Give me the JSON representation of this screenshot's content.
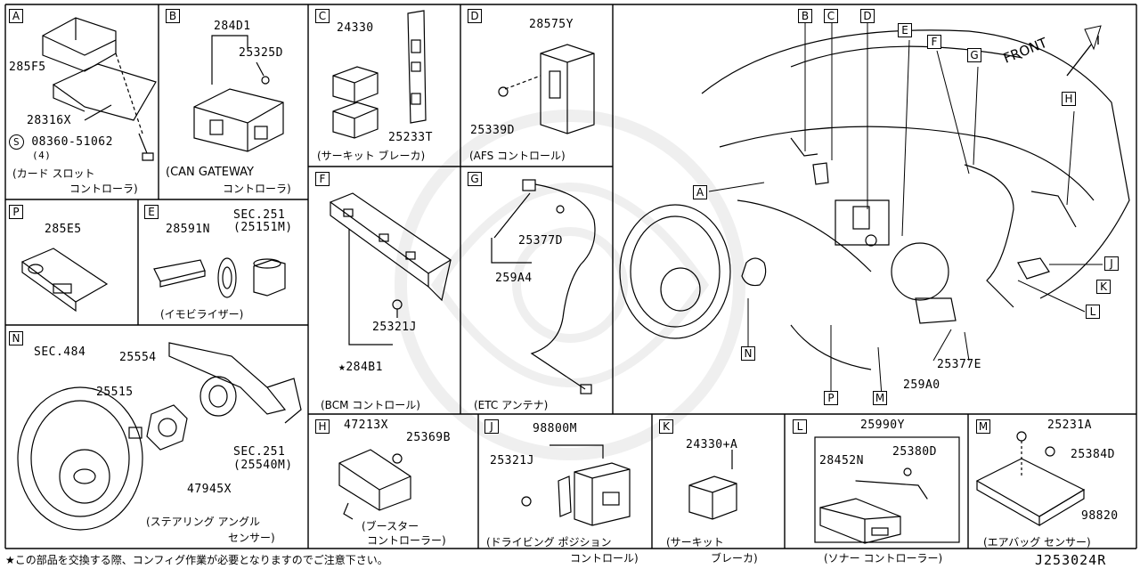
{
  "panels": {
    "A": {
      "tag": "A",
      "parts": [
        "285F5",
        "28316X",
        "08360-51062",
        "(4)"
      ],
      "s_mark": "S",
      "caption": [
        "(カード スロット",
        "コントローラ)"
      ]
    },
    "B": {
      "tag": "B",
      "parts": [
        "284D1",
        "25325D"
      ],
      "caption": [
        "(CAN GATEWAY",
        "コントローラ)"
      ]
    },
    "C": {
      "tag": "C",
      "parts": [
        "24330",
        "25233T"
      ],
      "caption": [
        "(サーキット ブレーカ)"
      ]
    },
    "D": {
      "tag": "D",
      "parts": [
        "28575Y",
        "25339D"
      ],
      "caption": [
        "(AFS コントロール)"
      ]
    },
    "P": {
      "tag": "P",
      "parts": [
        "285E5"
      ]
    },
    "E": {
      "tag": "E",
      "parts": [
        "28591N",
        "SEC.251",
        "(25151M)"
      ],
      "caption": [
        "(イモビライザー)"
      ]
    },
    "F": {
      "tag": "F",
      "parts": [
        "25321J",
        "★284B1"
      ],
      "caption": [
        "(BCM コントロール)"
      ]
    },
    "G": {
      "tag": "G",
      "parts": [
        "25377D",
        "259A4"
      ],
      "caption": [
        "(ETC アンテナ)"
      ]
    },
    "N": {
      "tag": "N",
      "parts": [
        "SEC.484",
        "25554",
        "25515",
        "SEC.251",
        "(25540M)",
        "47945X"
      ],
      "caption": [
        "(ステアリング アングル",
        "センサー)"
      ]
    },
    "H": {
      "tag": "H",
      "parts": [
        "47213X",
        "25369B"
      ],
      "caption": [
        "(ブースター",
        "コントローラー)"
      ]
    },
    "J": {
      "tag": "J",
      "parts": [
        "98800M",
        "25321J"
      ],
      "caption": [
        "(ドライビング ポジション",
        "コントロール)"
      ]
    },
    "K": {
      "tag": "K",
      "parts": [
        "24330+A"
      ],
      "caption": [
        "(サーキット",
        "ブレーカ)"
      ]
    },
    "L": {
      "tag": "L",
      "parts": [
        "25990Y",
        "28452N",
        "25380D"
      ],
      "caption": [
        "(ソナー コントローラー)"
      ]
    },
    "M": {
      "tag": "M",
      "parts": [
        "25231A",
        "25384D",
        "98820"
      ],
      "caption": [
        "(エアバッグ センサー)"
      ]
    }
  },
  "overview": {
    "front_label": "FRONT",
    "tags": [
      "B",
      "C",
      "D",
      "E",
      "F",
      "G",
      "H",
      "A",
      "J",
      "K",
      "L",
      "N",
      "P",
      "M"
    ],
    "parts": [
      "25377E",
      "259A0"
    ]
  },
  "footer": {
    "note": "★この部品を交換する際、コンフィグ作業が必要となりますのでご注意下さい。",
    "diagram_code": "J253024R"
  }
}
